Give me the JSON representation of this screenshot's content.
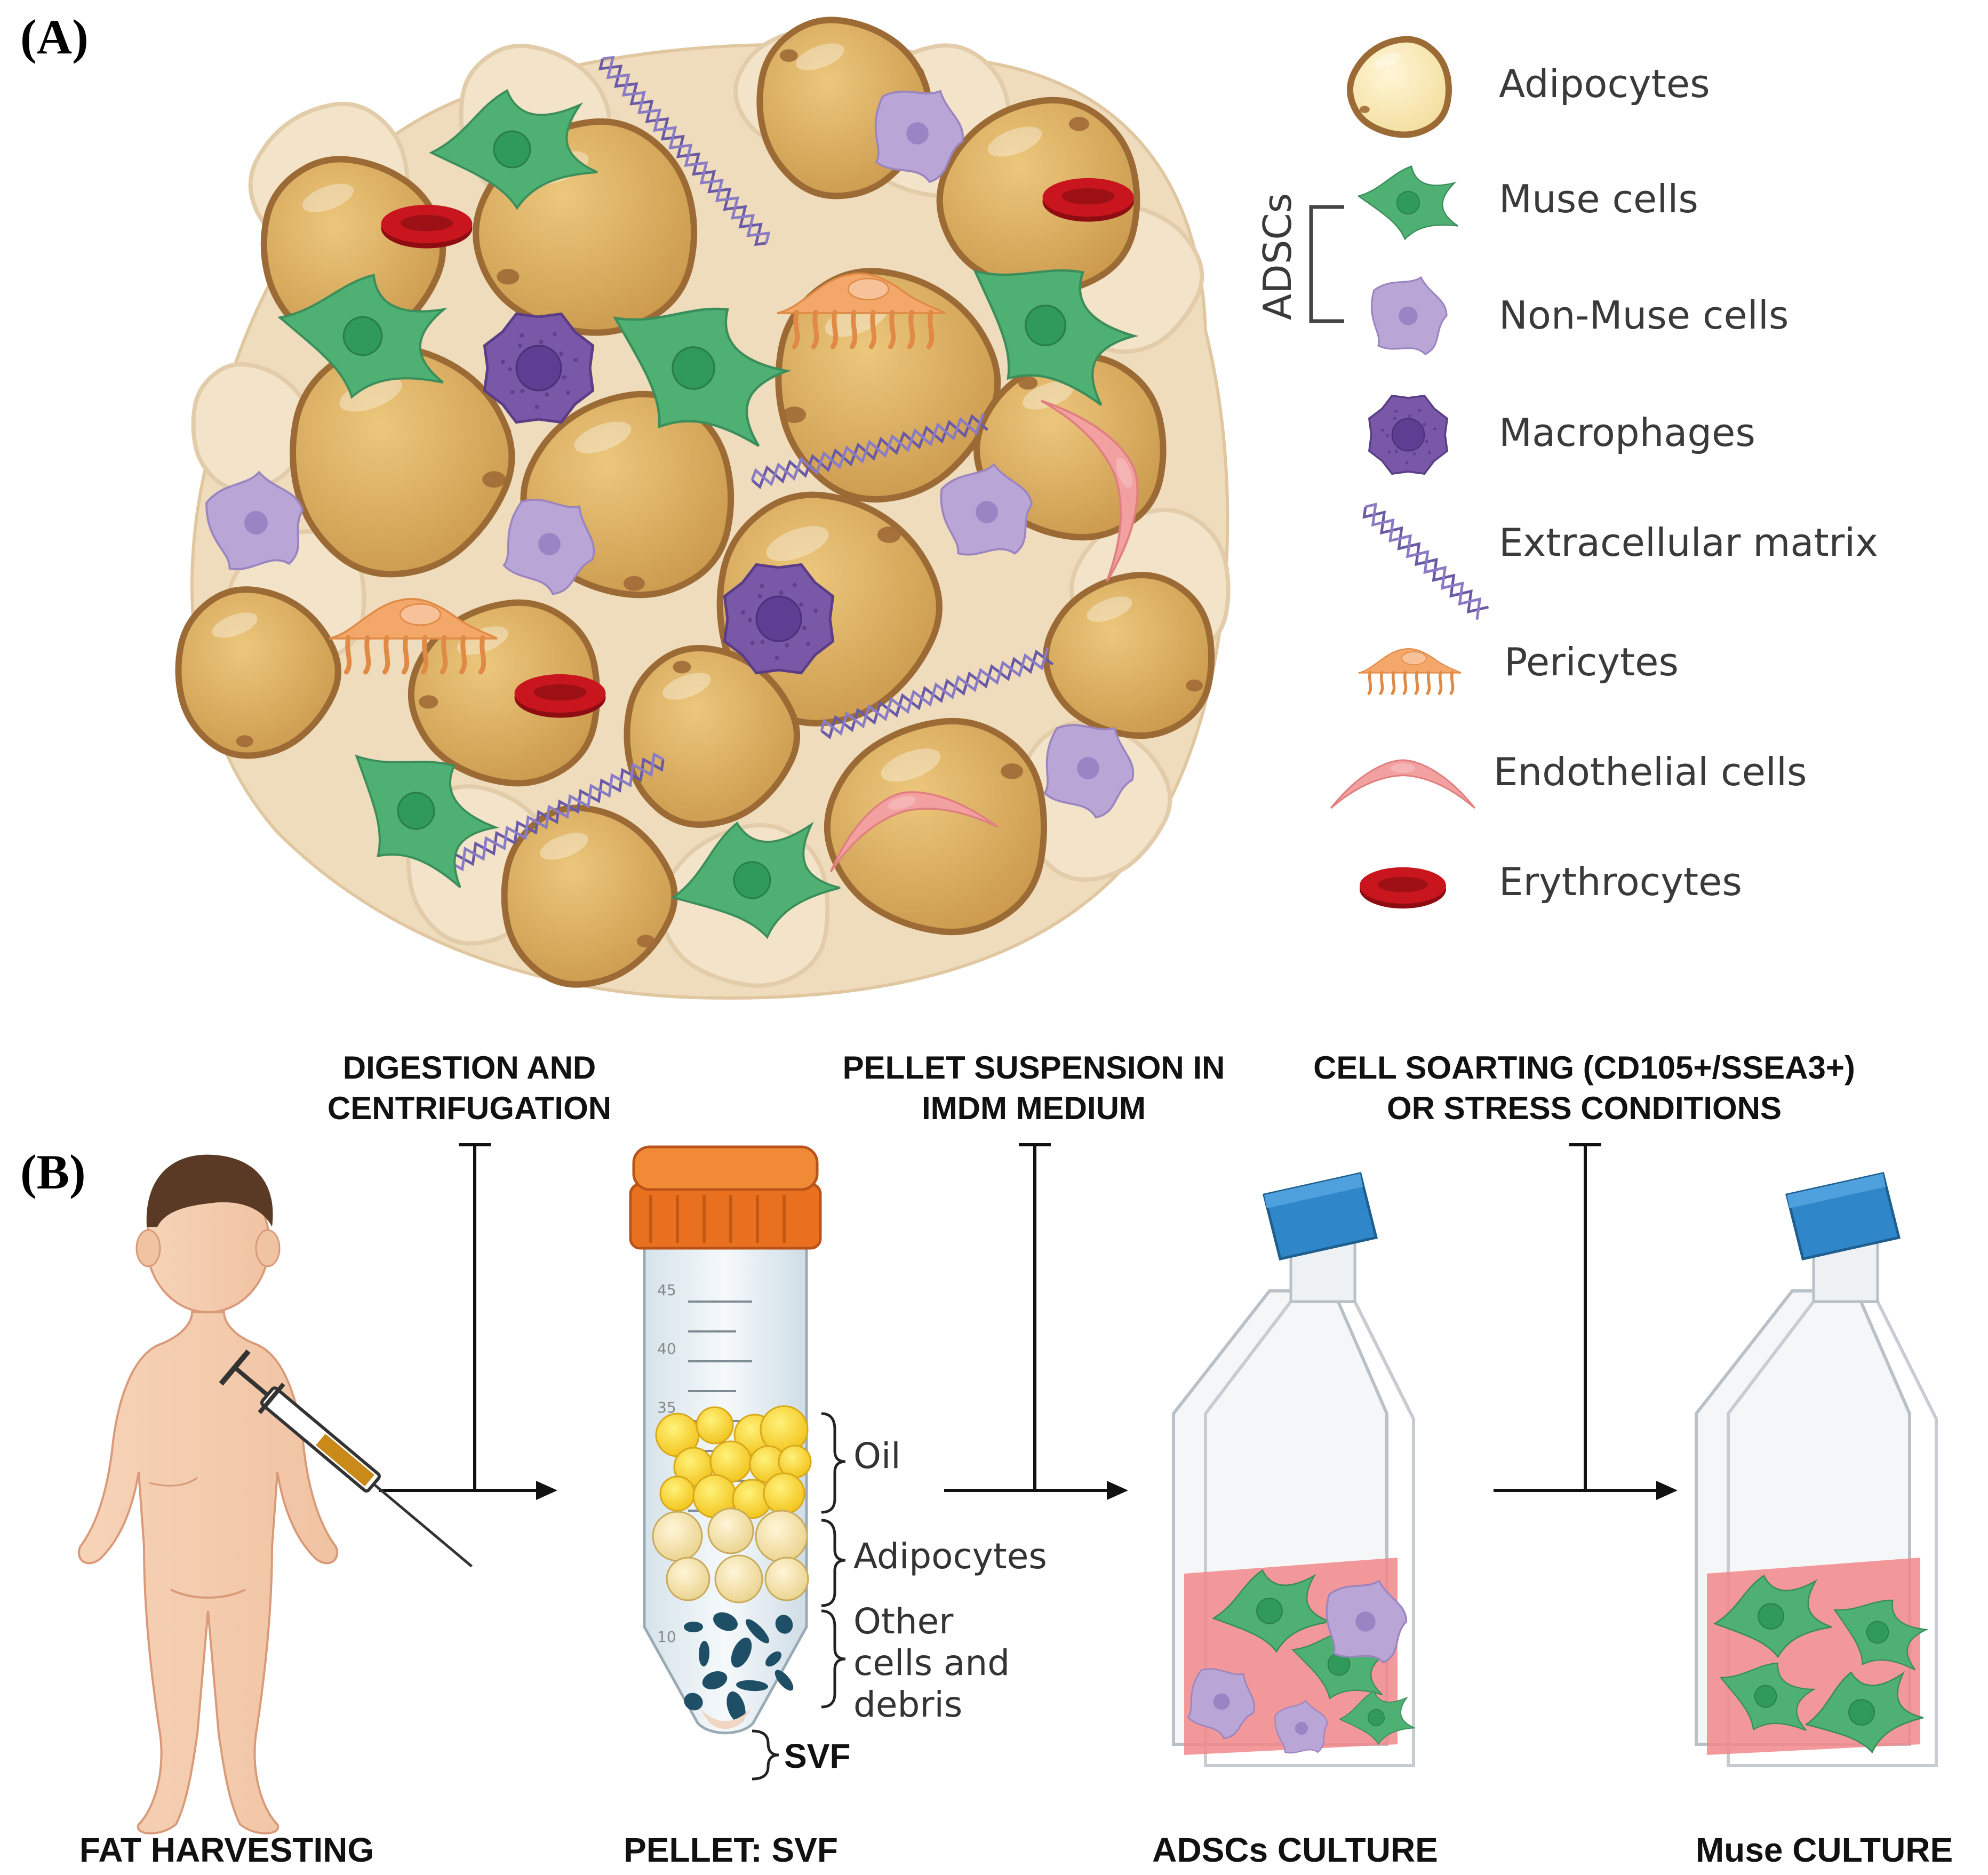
{
  "panel_a": {
    "label": "(A)",
    "adscs_bracket": "ADSCs",
    "legend": [
      {
        "key": "adipocytes",
        "label": "Adipocytes",
        "icon": "adipocyte-icon"
      },
      {
        "key": "muse",
        "label": "Muse cells",
        "icon": "muse-cell-icon"
      },
      {
        "key": "nonmuse",
        "label": "Non-Muse cells",
        "icon": "non-muse-cell-icon"
      },
      {
        "key": "macrophages",
        "label": "Macrophages",
        "icon": "macrophage-icon"
      },
      {
        "key": "ecm",
        "label": "Extracellular matrix",
        "icon": "ecm-helix-icon"
      },
      {
        "key": "pericytes",
        "label": "Pericytes",
        "icon": "pericyte-icon"
      },
      {
        "key": "endothelial",
        "label": "Endothelial cells",
        "icon": "endothelial-cell-icon"
      },
      {
        "key": "erythrocytes",
        "label": "Erythrocytes",
        "icon": "erythrocyte-icon"
      }
    ]
  },
  "panel_b": {
    "label": "(B)",
    "steps": [
      {
        "line1": "DIGESTION AND",
        "line2": "CENTRIFUGATION"
      },
      {
        "line1": "PELLET SUSPENSION IN",
        "line2": "IMDM MEDIUM"
      },
      {
        "line1": "CELL SOARTING (CD105+/SSEA3+)",
        "line2": "OR STRESS CONDITIONS"
      }
    ],
    "captions": [
      "FAT HARVESTING",
      "PELLET: SVF",
      "ADSCs CULTURE",
      "Muse CULTURE"
    ],
    "tube_layers": {
      "oil": "Oil",
      "adipocytes": "Adipocytes",
      "other1": "Other",
      "other2": "cells and",
      "other3": "debris",
      "svf": "SVF"
    },
    "tube_ticks": [
      "45",
      "40",
      "35",
      "10"
    ]
  },
  "colors": {
    "adipocyte": "#d9b263",
    "adipocyte_border": "#9c6b35",
    "background_cell": "#eedcbd",
    "muse": "#4fb074",
    "nonmuse": "#b9a6d6",
    "macrophage": "#7a58a8",
    "ecm": "#6a5aa6",
    "pericyte": "#f3a86a",
    "endothelial": "#f2a0a0",
    "erythrocyte": "#c9161e",
    "medium": "#f2878a",
    "cap_orange": "#e9701f",
    "cap_blue": "#2f86c8"
  }
}
